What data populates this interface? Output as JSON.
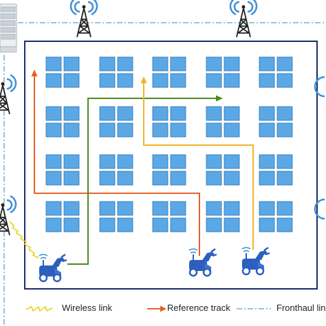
{
  "legend": {
    "wireless": {
      "label": "Wireless link",
      "color": "#e8d21a"
    },
    "reference": {
      "label": "Reference track",
      "color": "#e3622c"
    },
    "fronthaul": {
      "label": "Fronthaul link",
      "color": "#5aa0c8"
    }
  },
  "colors": {
    "boundary": "#1b2c6b",
    "building_fill": "#5aa9e6",
    "building_stroke": "#2b6fb0",
    "track_orange": "#e3622c",
    "track_green": "#4e8a1f",
    "track_yellow": "#f0b429",
    "tower": "#222222",
    "signal": "#3d8fd6",
    "robot": "#2d5fbf"
  },
  "icons": {
    "server": "server-rack-icon",
    "tower": "cell-tower-icon",
    "robot": "robot-vehicle-icon"
  },
  "grid": {
    "rows": 4,
    "columns": 5
  }
}
